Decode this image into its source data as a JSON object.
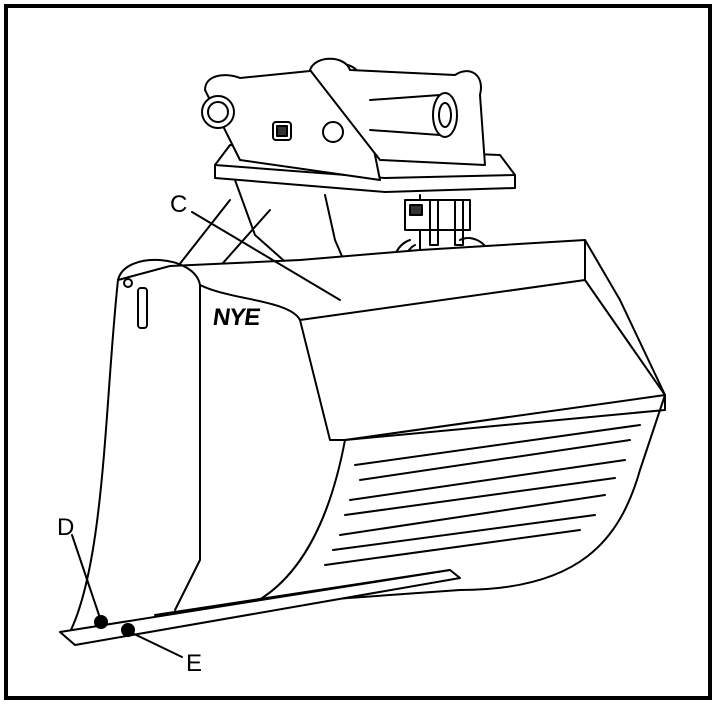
{
  "figure": {
    "brand_text": "NYE",
    "callouts": {
      "c": "C",
      "d": "D",
      "e": "E"
    }
  },
  "colors": {
    "line": "#000000",
    "background": "#ffffff"
  }
}
